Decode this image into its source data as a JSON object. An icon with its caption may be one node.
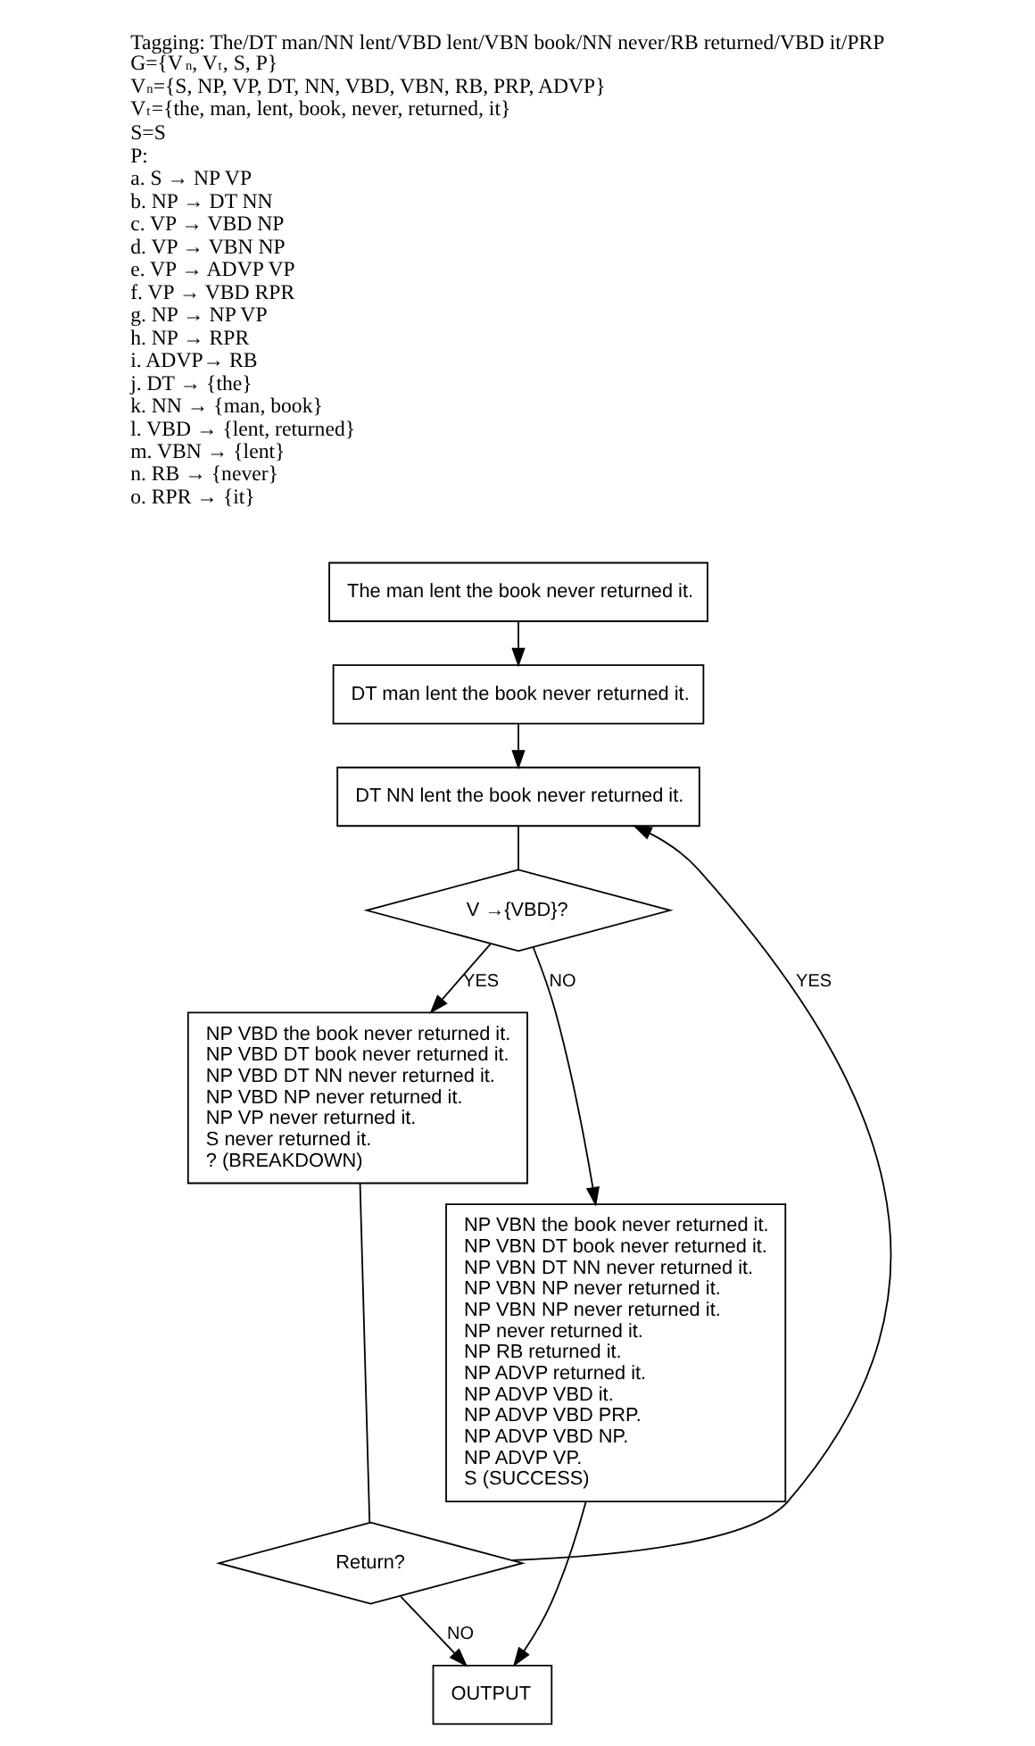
{
  "diagram": {
    "nodes": [
      {
        "text": [
          "The man lent the book never returned it."
        ]
      },
      {
        "text": [
          "DT man lent the book never returned it."
        ]
      },
      {
        "text": [
          "DT NN lent the book never returned it."
        ]
      },
      {
        "text": [
          "V →{VBD}?"
        ]
      },
      {
        "text": [
          "NP VBD the book never returned it.",
          "NP VBD DT book never returned it.",
          "NP VBD DT NN never returned it.",
          "NP VBD NP never returned it.",
          "NP VP never returned it.",
          "S never returned it.",
          "? (BREAKDOWN)"
        ]
      },
      {
        "text": [
          "NP VBN the book never returned it.",
          "NP VBN DT book never returned it.",
          "NP VBN DT NN never returned it.",
          "NP VBN NP never returned it.",
          "NP VBN NP never returned it.",
          "NP never returned it.",
          "NP RB returned it.",
          "NP ADVP returned it.",
          "NP ADVP VBD it.",
          "NP ADVP VBD PRP.",
          "NP ADVP VBD NP.",
          "NP ADVP VP.",
          "S (SUCCESS)"
        ]
      },
      {
        "text": [
          "Return?"
        ]
      },
      {
        "text": [
          "OUTPUT"
        ]
      }
    ],
    "edges": [
      {
        "from": 0,
        "to": 1,
        "arrow": "to"
      },
      {
        "from": 1,
        "to": 2,
        "arrow": "to"
      },
      {
        "from": 2,
        "to": 3,
        "arrow": "none"
      },
      {
        "from": 3,
        "to": 4,
        "arrow": "to",
        "label": "YES"
      },
      {
        "from": 3,
        "to": 5,
        "arrow": "to",
        "label": "NO"
      },
      {
        "from": 4,
        "to": 6,
        "arrow": "none"
      },
      {
        "from": 6,
        "to": 2,
        "arrow": "to",
        "label": "YES"
      },
      {
        "from": 6,
        "to": 7,
        "arrow": "to",
        "label": "NO"
      },
      {
        "from": 5,
        "to": 7,
        "arrow": "to"
      }
    ],
    "labels": [
      "Tagging: The/DT man/NN lent/VBD lent/VBN book/NN never/RB returned/VBD it/PRP",
      "G={V$_{n}$, V$_{t}$, S, P}",
      "V$_{n}$={S, NP, VP, DT, NN, VBD, VBN, RB, PRP, ADVP}",
      "V$_{t}$={the, man, lent, book, never, returned, it}",
      "S=S",
      "P:",
      "a. S → NP VP",
      "b. NP → DT NN",
      "c. VP → VBD NP",
      "d. VP → VBN NP",
      "e. VP → ADVP VP",
      "f. VP → VBD RPR",
      "g. NP → NP VP",
      "h. NP → RPR",
      "i. ADVP→ RB",
      "j. DT → {the}",
      "k. NN → {man, book}",
      "l. VBD → {lent, returned}",
      "m. VBN → {lent}",
      "n. RB → {never}",
      "o. RPR → {it}"
    ]
  }
}
